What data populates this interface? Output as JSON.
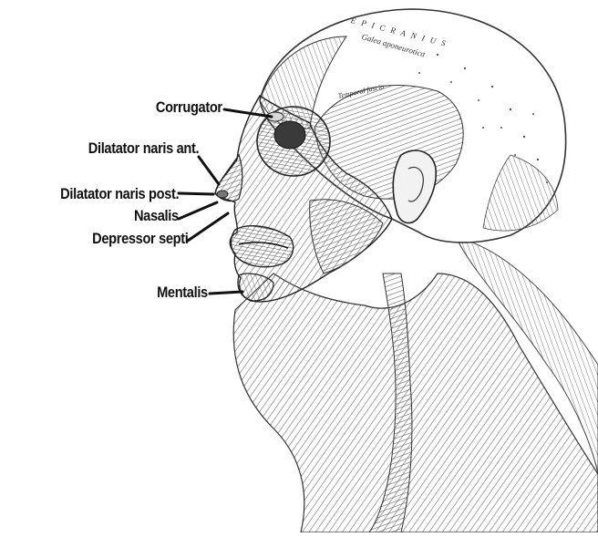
{
  "labels": {
    "corrugator": "Corrugator",
    "dilatator_naris_ant": "Dilatator naris ant.",
    "dilatator_naris_post": "Dilatator naris post.",
    "nasalis": "Nasalis",
    "depressor_septi": "Depressor septi",
    "mentalis": "Mentalis"
  },
  "engraved_text": {
    "epicranius": "E P I C R A N I U S",
    "galea": "Galea aponeurotica",
    "temporal_fascia": "Temporal fascia"
  }
}
